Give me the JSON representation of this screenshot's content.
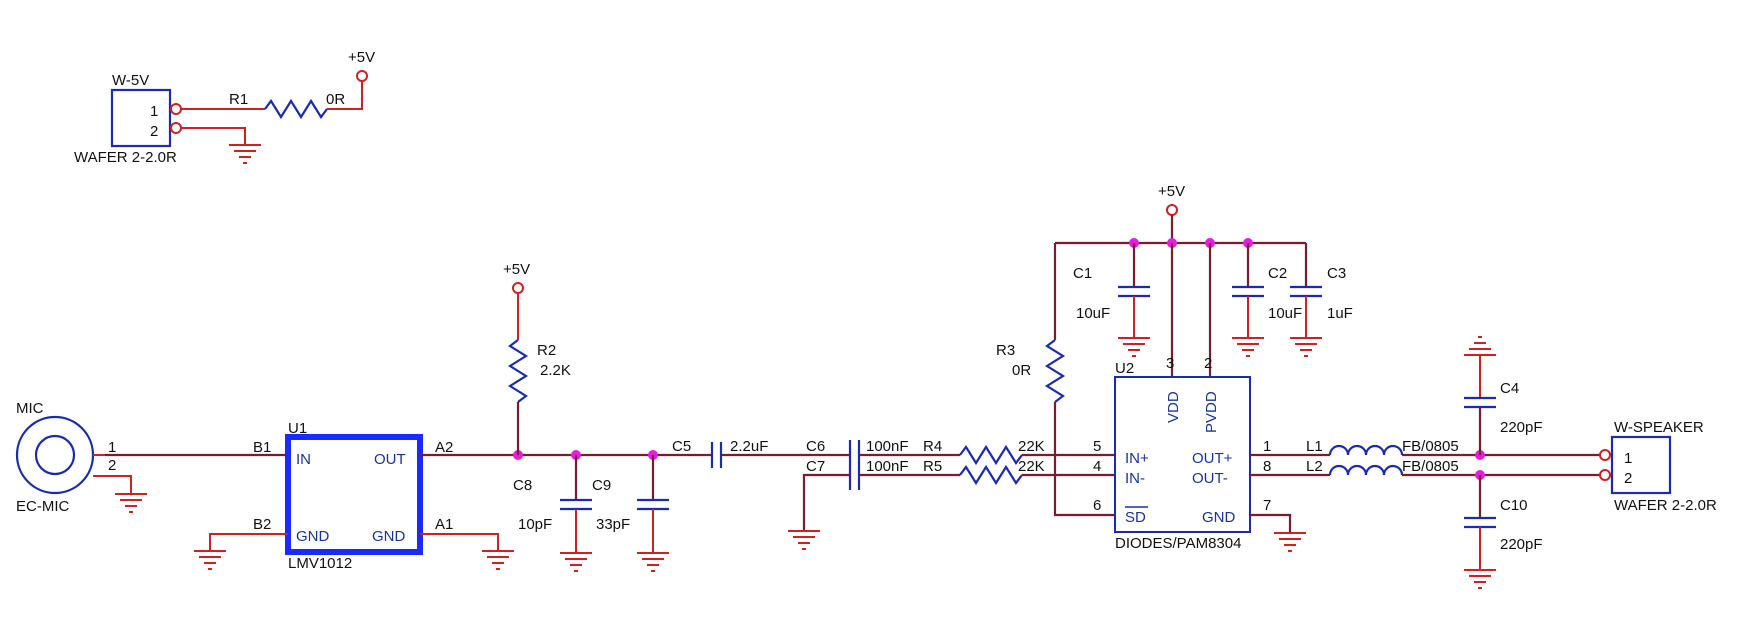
{
  "labels": {
    "w5v": "W-5V",
    "wafer1": "WAFER 2-2.0R",
    "pin1": "1",
    "pin2": "2",
    "r1": "R1",
    "r1_val": "0R",
    "vcc": "+5V",
    "mic": "MIC",
    "ecmic": "EC-MIC",
    "u1": "U1",
    "lmv": "LMV1012",
    "b1": "B1",
    "b2": "B2",
    "a1": "A1",
    "a2": "A2",
    "in": "IN",
    "out": "OUT",
    "gnd": "GND",
    "r2": "R2",
    "r2_val": "2.2K",
    "c8": "C8",
    "c8_val": "10pF",
    "c9": "C9",
    "c9_val": "33pF",
    "c5": "C5",
    "c5_val": "2.2uF",
    "c6": "C6",
    "c7": "C7",
    "c6_val": "100nF",
    "c7_val": "100nF",
    "r4": "R4",
    "r5": "R5",
    "r4_val": "22K",
    "r5_val": "22K",
    "r3": "R3",
    "r3_val": "0R",
    "c1": "C1",
    "c1_val": "10uF",
    "c2": "C2",
    "c2_val": "10uF",
    "c3": "C3",
    "c3_val": "1uF",
    "u2": "U2",
    "vdd": "VDD",
    "pvdd": "PVDD",
    "inp": "IN+",
    "inn": "IN-",
    "sd": "SD",
    "outp": "OUT+",
    "outn": "OUT-",
    "n3": "3",
    "n2": "2",
    "n5": "5",
    "n4": "4",
    "n6": "6",
    "n1": "1",
    "n8": "8",
    "n7": "7",
    "pam": "DIODES/PAM8304",
    "l1": "L1",
    "l2": "L2",
    "fb1": "FB/0805",
    "fb2": "FB/0805",
    "c4": "C4",
    "c4_val": "220pF",
    "c10": "C10",
    "c10_val": "220pF",
    "wspk": "W-SPEAKER",
    "wafer2": "WAFER 2-2.0R"
  },
  "colors": {
    "wire": "#7a1c2e",
    "ground": "#cc2222",
    "component": "#1a2bb0",
    "junction": "#e81ce0"
  }
}
